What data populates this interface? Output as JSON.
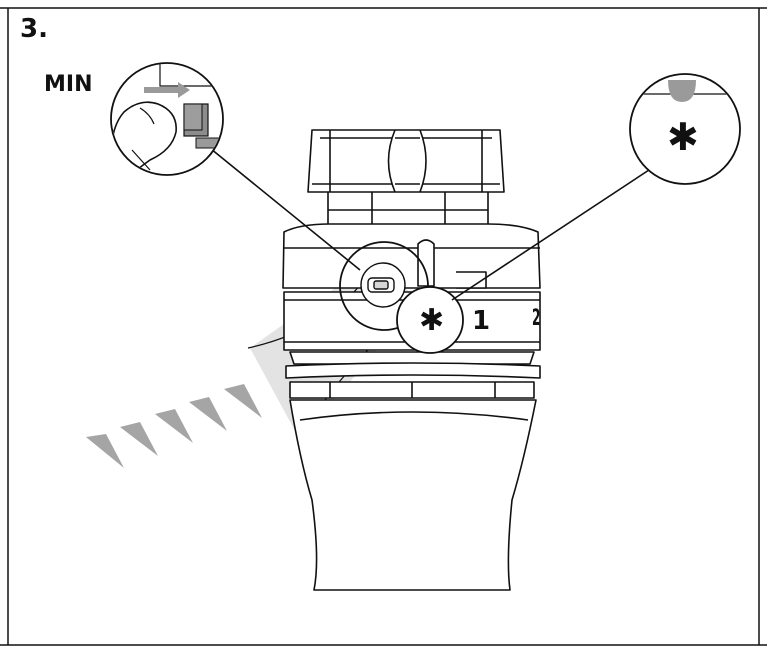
{
  "step": {
    "number": "3."
  },
  "callouts": {
    "min_label": "MIN",
    "snowflake_symbol": "✱"
  },
  "dial": {
    "symbol": "✱",
    "marks": [
      "1",
      "2"
    ]
  },
  "icons": [
    "hand-pressing-icon",
    "slide-arrow-icon",
    "snowflake-icon",
    "push-arrows-icon"
  ],
  "colors": {
    "line": "#111111",
    "shade": "#d9d9d9",
    "arrow": "#9a9a9a",
    "highlight": "#8c8c8c"
  }
}
